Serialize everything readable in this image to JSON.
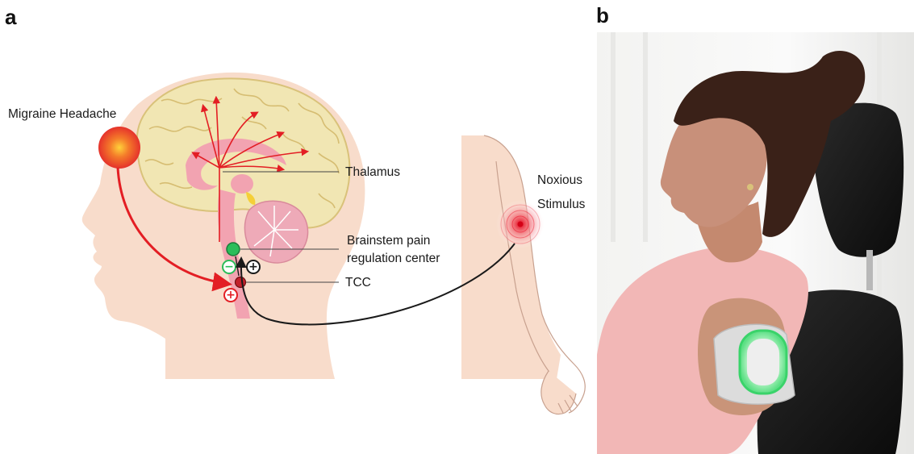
{
  "panels": {
    "a": {
      "letter": "a"
    },
    "b": {
      "letter": "b"
    }
  },
  "labels": {
    "migraine": "Migraine Headache",
    "thalamus": "Thalamus",
    "noxious_line1": "Noxious",
    "noxious_line2": "Stimulus",
    "brainstem_line1": "Brainstem pain",
    "brainstem_line2": "regulation center",
    "tcc": "TCC"
  },
  "signs": {
    "minus": "−",
    "plus_black": "+",
    "plus_red": "+"
  },
  "colors": {
    "skin": "#f8dccb",
    "brain": "#f1e6b3",
    "brain_outline": "#d9c27a",
    "pink_structure": "#f2a3b1",
    "pain_red": "#e33a2b",
    "inhibit_green": "#2bbd5a",
    "pathway_black": "#1a1a1a",
    "arrow_red": "#e31e24"
  }
}
